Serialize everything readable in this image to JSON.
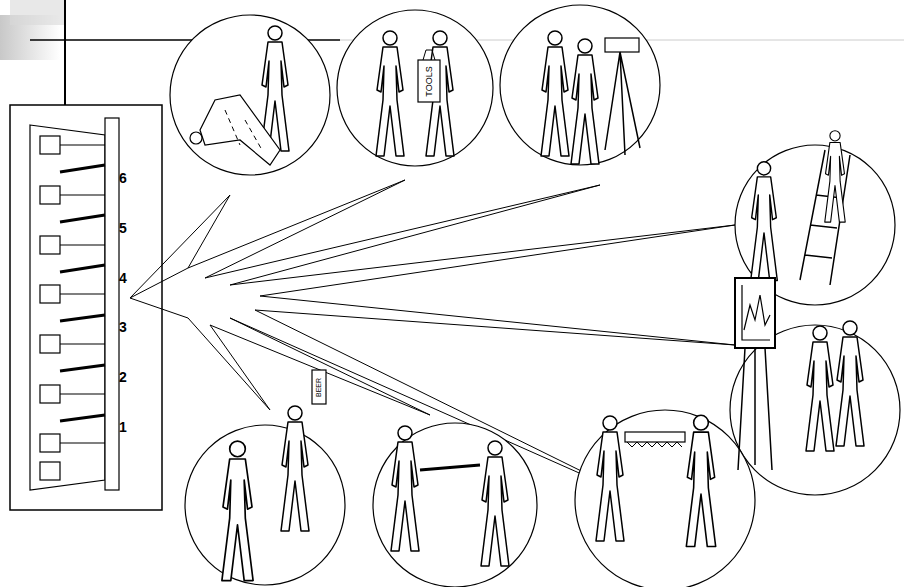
{
  "diagram": {
    "labels": [
      "6",
      "5",
      "4",
      "3",
      "2",
      "1",
      "TOOLS",
      "BEER"
    ]
  }
}
